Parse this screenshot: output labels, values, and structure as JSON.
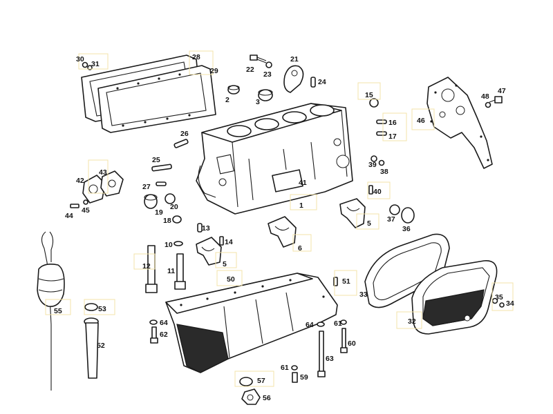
{
  "diagram": {
    "labels": {
      "p1": "1",
      "p2": "2",
      "p3": "3",
      "p5a": "5",
      "p5b": "5",
      "p6": "6",
      "p10": "10",
      "p11": "11",
      "p12": "12",
      "p13": "13",
      "p14": "14",
      "p15": "15",
      "p16": "16",
      "p17": "17",
      "p18": "18",
      "p19": "19",
      "p20": "20",
      "p21": "21",
      "p22": "22",
      "p23": "23",
      "p24": "24",
      "p25": "25",
      "p26": "26",
      "p27": "27",
      "p28": "28",
      "p29": "29",
      "p30": "30",
      "p31": "31",
      "p32": "32",
      "p33": "33",
      "p34": "34",
      "p35": "35",
      "p36": "36",
      "p37": "37",
      "p38": "38",
      "p39": "39",
      "p40": "40",
      "p41": "41",
      "p42": "42",
      "p43": "43",
      "p44": "44",
      "p45": "45",
      "p46": "46",
      "p47": "47",
      "p48": "48",
      "p50": "50",
      "p51": "51",
      "p52": "52",
      "p53": "53",
      "p55": "55",
      "p56": "56",
      "p57": "57",
      "p59": "59",
      "p60": "60",
      "p61a": "61",
      "p61b": "61",
      "p62": "62",
      "p63": "63",
      "p64a": "64",
      "p64b": "64"
    },
    "colors": {
      "line": "#1a1a1a",
      "label": "#111111",
      "label_box": "#f3e3a8",
      "background": "#ffffff"
    }
  }
}
